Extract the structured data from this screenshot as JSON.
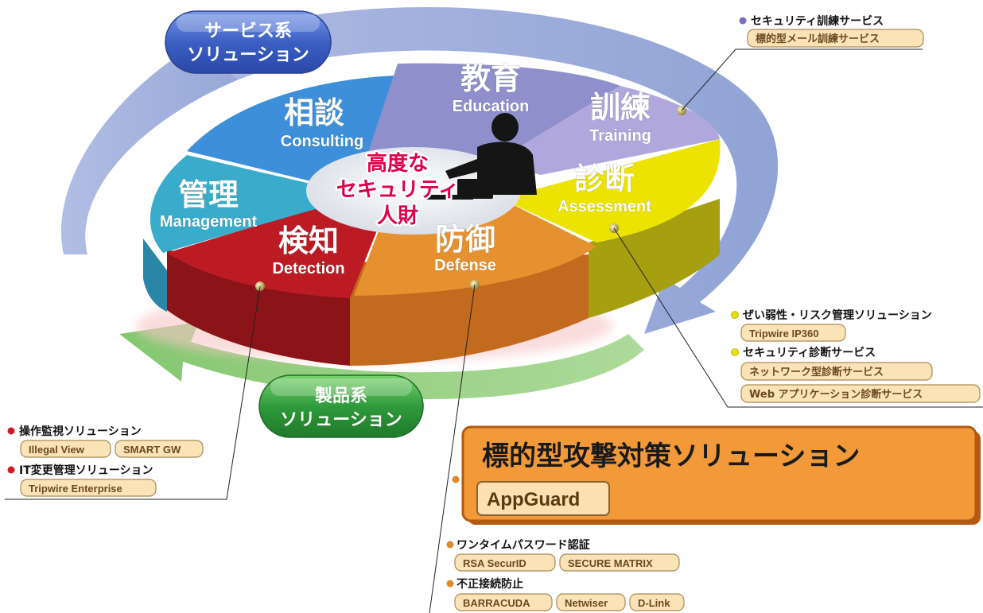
{
  "pills": {
    "service": {
      "line1": "サービス系",
      "line2": "ソリューション"
    },
    "product": {
      "line1": "製品系",
      "line2": "ソリューション"
    }
  },
  "center": {
    "line1": "高度な",
    "line2": "セキュリティ",
    "line3": "人財"
  },
  "segments": {
    "education": {
      "ja": "教育",
      "en": "Education"
    },
    "training": {
      "ja": "訓練",
      "en": "Training"
    },
    "assessment": {
      "ja": "診断",
      "en": "Assessment"
    },
    "defense": {
      "ja": "防御",
      "en": "Defense"
    },
    "detection": {
      "ja": "検知",
      "en": "Detection"
    },
    "management": {
      "ja": "管理",
      "en": "Management"
    },
    "consulting": {
      "ja": "相談",
      "en": "Consulting"
    }
  },
  "callouts": {
    "training": {
      "groups": [
        {
          "title": "セキュリティ訓練サービス",
          "tags": [
            "標的型メール訓練サービス"
          ]
        }
      ]
    },
    "assessment": {
      "groups": [
        {
          "title": "ぜい弱性・リスク管理ソリューション",
          "tags": [
            "Tripwire IP360"
          ]
        },
        {
          "title": "セキュリティ診断サービス",
          "tags": [
            "ネットワーク型診断サービス",
            "Web アプリケーション診断サービス"
          ]
        }
      ]
    },
    "detection": {
      "groups": [
        {
          "title": "操作監視ソリューション",
          "tags": [
            "Illegal View",
            "SMART GW"
          ]
        },
        {
          "title": "IT変更管理ソリューション",
          "tags": [
            "Tripwire Enterprise"
          ]
        }
      ]
    },
    "defense": {
      "highlight": {
        "title": "標的型攻撃対策ソリューション",
        "tag": "AppGuard"
      },
      "groups": [
        {
          "title": "ワンタイムパスワード認証",
          "tags": [
            "RSA SecurID",
            "SECURE MATRIX"
          ]
        },
        {
          "title": "不正接続防止",
          "tags": [
            "BARRACUDA",
            "Netwiser",
            "D-Link"
          ]
        }
      ]
    }
  },
  "colors": {
    "education": "#8f8fcb",
    "training": "#a8a0d6",
    "assessment": "#e8e000",
    "defense": "#e08a2e",
    "detection": "#b8141e",
    "management": "#3aa9c9",
    "consulting": "#3c8fd8",
    "service_arrow": "#8fa3d6",
    "product_arrow": "#8ccc74",
    "highlight_fill": "#f29a3a",
    "center_text": "#e0004a"
  }
}
